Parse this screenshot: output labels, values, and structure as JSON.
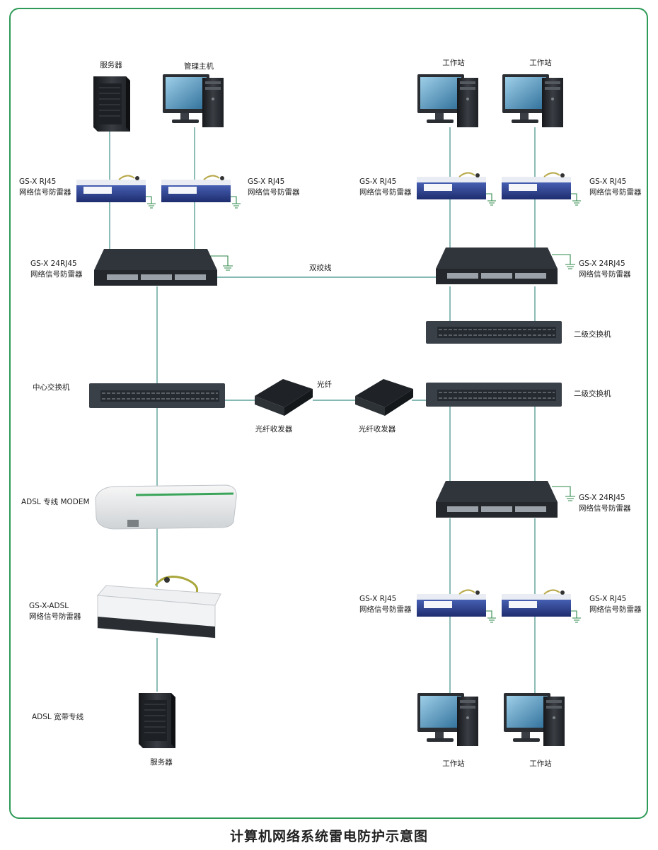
{
  "title": "计算机网络系统雷电防护示意图",
  "labels": {
    "server_top": "服务器",
    "admin_host": "管理主机",
    "workstation": "工作站",
    "rj45_model": "GS-X RJ45",
    "rj45_desc": "网络信号防雷器",
    "rj45_24_model": "GS-X 24RJ45",
    "twisted_pair": "双绞线",
    "fiber": "光纤",
    "core_switch": "中心交换机",
    "level2_switch": "二级交换机",
    "fiber_transceiver": "光纤收发器",
    "adsl_modem": "ADSL 专线 MODEM",
    "adsl_arrester_model": "GS-X-ADSL",
    "adsl_arrester_desc": "网络信号防雷器",
    "adsl_line": "ADSL 宽带专线",
    "server_bottom": "服务器"
  },
  "colors": {
    "frame": "#2e9a57",
    "link": "#3f8f86",
    "device_dark": "#2b3036",
    "arrester_blue": "#2c3f8f"
  }
}
